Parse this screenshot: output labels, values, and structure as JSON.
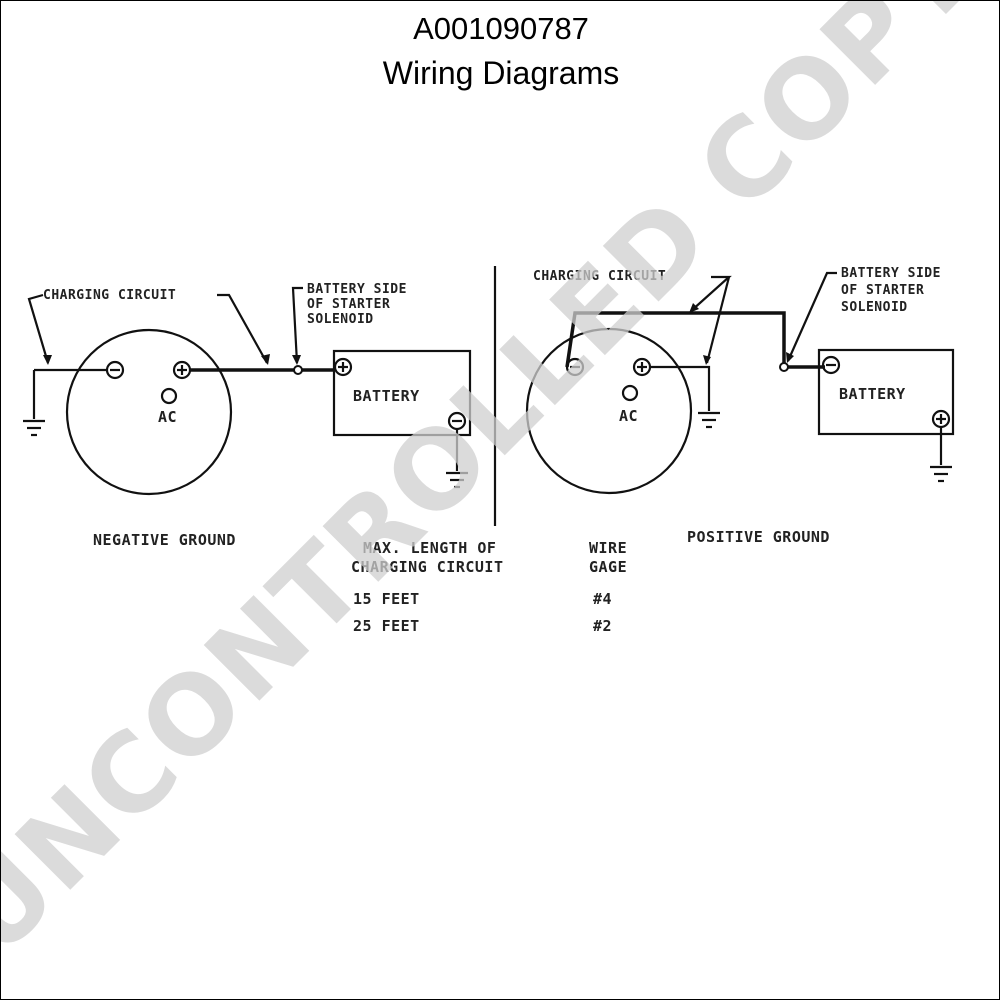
{
  "header": {
    "part_number": "A001090787",
    "subtitle": "Wiring Diagrams"
  },
  "negative_ground": {
    "charging_circuit_label": "CHARGING CIRCUIT",
    "battery_side_label_1": "BATTERY SIDE",
    "battery_side_label_2": "OF STARTER",
    "battery_side_label_3": "SOLENOID",
    "battery_label": "BATTERY",
    "ac_label": "AC",
    "caption": "NEGATIVE GROUND"
  },
  "positive_ground": {
    "charging_circuit_label": "CHARGING CIRCUIT",
    "battery_side_label_1": "BATTERY SIDE",
    "battery_side_label_2": "OF STARTER",
    "battery_side_label_3": "SOLENOID",
    "battery_label": "BATTERY",
    "ac_label": "AC",
    "caption": "POSITIVE GROUND"
  },
  "wire_table": {
    "header_length_1": "MAX. LENGTH OF",
    "header_length_2": "CHARGING CIRCUIT",
    "header_gage_1": "WIRE",
    "header_gage_2": "GAGE",
    "rows": [
      {
        "length": "15 FEET",
        "gage": "#4"
      },
      {
        "length": "25 FEET",
        "gage": "#2"
      }
    ]
  },
  "watermark": "UNCONTROLLED COPY"
}
